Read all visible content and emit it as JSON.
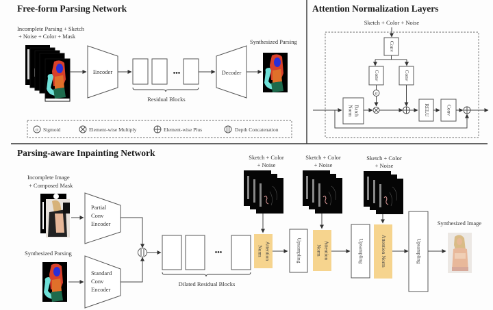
{
  "sections": {
    "free_form": {
      "title": "Free-form Parsing Network",
      "input_label_1": "Incomplete Parsing + Sketch",
      "input_label_2": "+ Noise + Color + Mask",
      "encoder": "Encoder",
      "decoder": "Decoder",
      "residual_label": "Residual Blocks",
      "output_label": "Synthesized Parsing",
      "ellipsis": "•••"
    },
    "legend": {
      "items": [
        {
          "icon": "sigmoid-icon",
          "glyph": "σ",
          "label": "Sigmoid"
        },
        {
          "icon": "multiply-icon",
          "glyph": "⊗",
          "label": "Element-wise Multiply"
        },
        {
          "icon": "plus-icon",
          "glyph": "⊕",
          "label": "Element-wise Plus"
        },
        {
          "icon": "concat-icon",
          "glyph": "||",
          "label": "Depth Concatenation"
        }
      ]
    },
    "attention_norm": {
      "title": "Attention Normalization Layers",
      "input_label": "Sketch + Color + Noise",
      "conv_top": "Conv",
      "conv_left": "Conv",
      "conv_right": "Conv",
      "batch_norm_1": "Batch",
      "batch_norm_2": "Norm",
      "relu": "RELU",
      "conv_out": "Conv",
      "sigma": "σ"
    },
    "inpainting": {
      "title": "Parsing-aware Inpainting Network",
      "input1_label_1": "Incomplete Image",
      "input1_label_2": "+ Composed Mask",
      "input2_label": "Synthesized Parsing",
      "partial_encoder": [
        "Partial",
        "Conv",
        "Encoder"
      ],
      "standard_encoder": [
        "Standard",
        "Conv",
        "Encoder"
      ],
      "dilated_label": "Dilated Residual Blocks",
      "ellipsis": "•••",
      "cond_label_1": "Sketch + Color",
      "cond_label_2": "+ Noise",
      "attention_1": [
        "Attention",
        "Norm"
      ],
      "attention_2": [
        "Attention",
        "Norm"
      ],
      "attention_3": "Attention Norm",
      "upsampling": "Upsampling",
      "output_label": "Synthesized Image"
    }
  },
  "colors": {
    "attention_fill": "#f6d48e",
    "parsing_hair": "#d8402a",
    "parsing_face": "#2a2fd8",
    "parsing_arm": "#6fe0d8",
    "parsing_top": "#e0702a",
    "parsing_bg": "#000000"
  }
}
